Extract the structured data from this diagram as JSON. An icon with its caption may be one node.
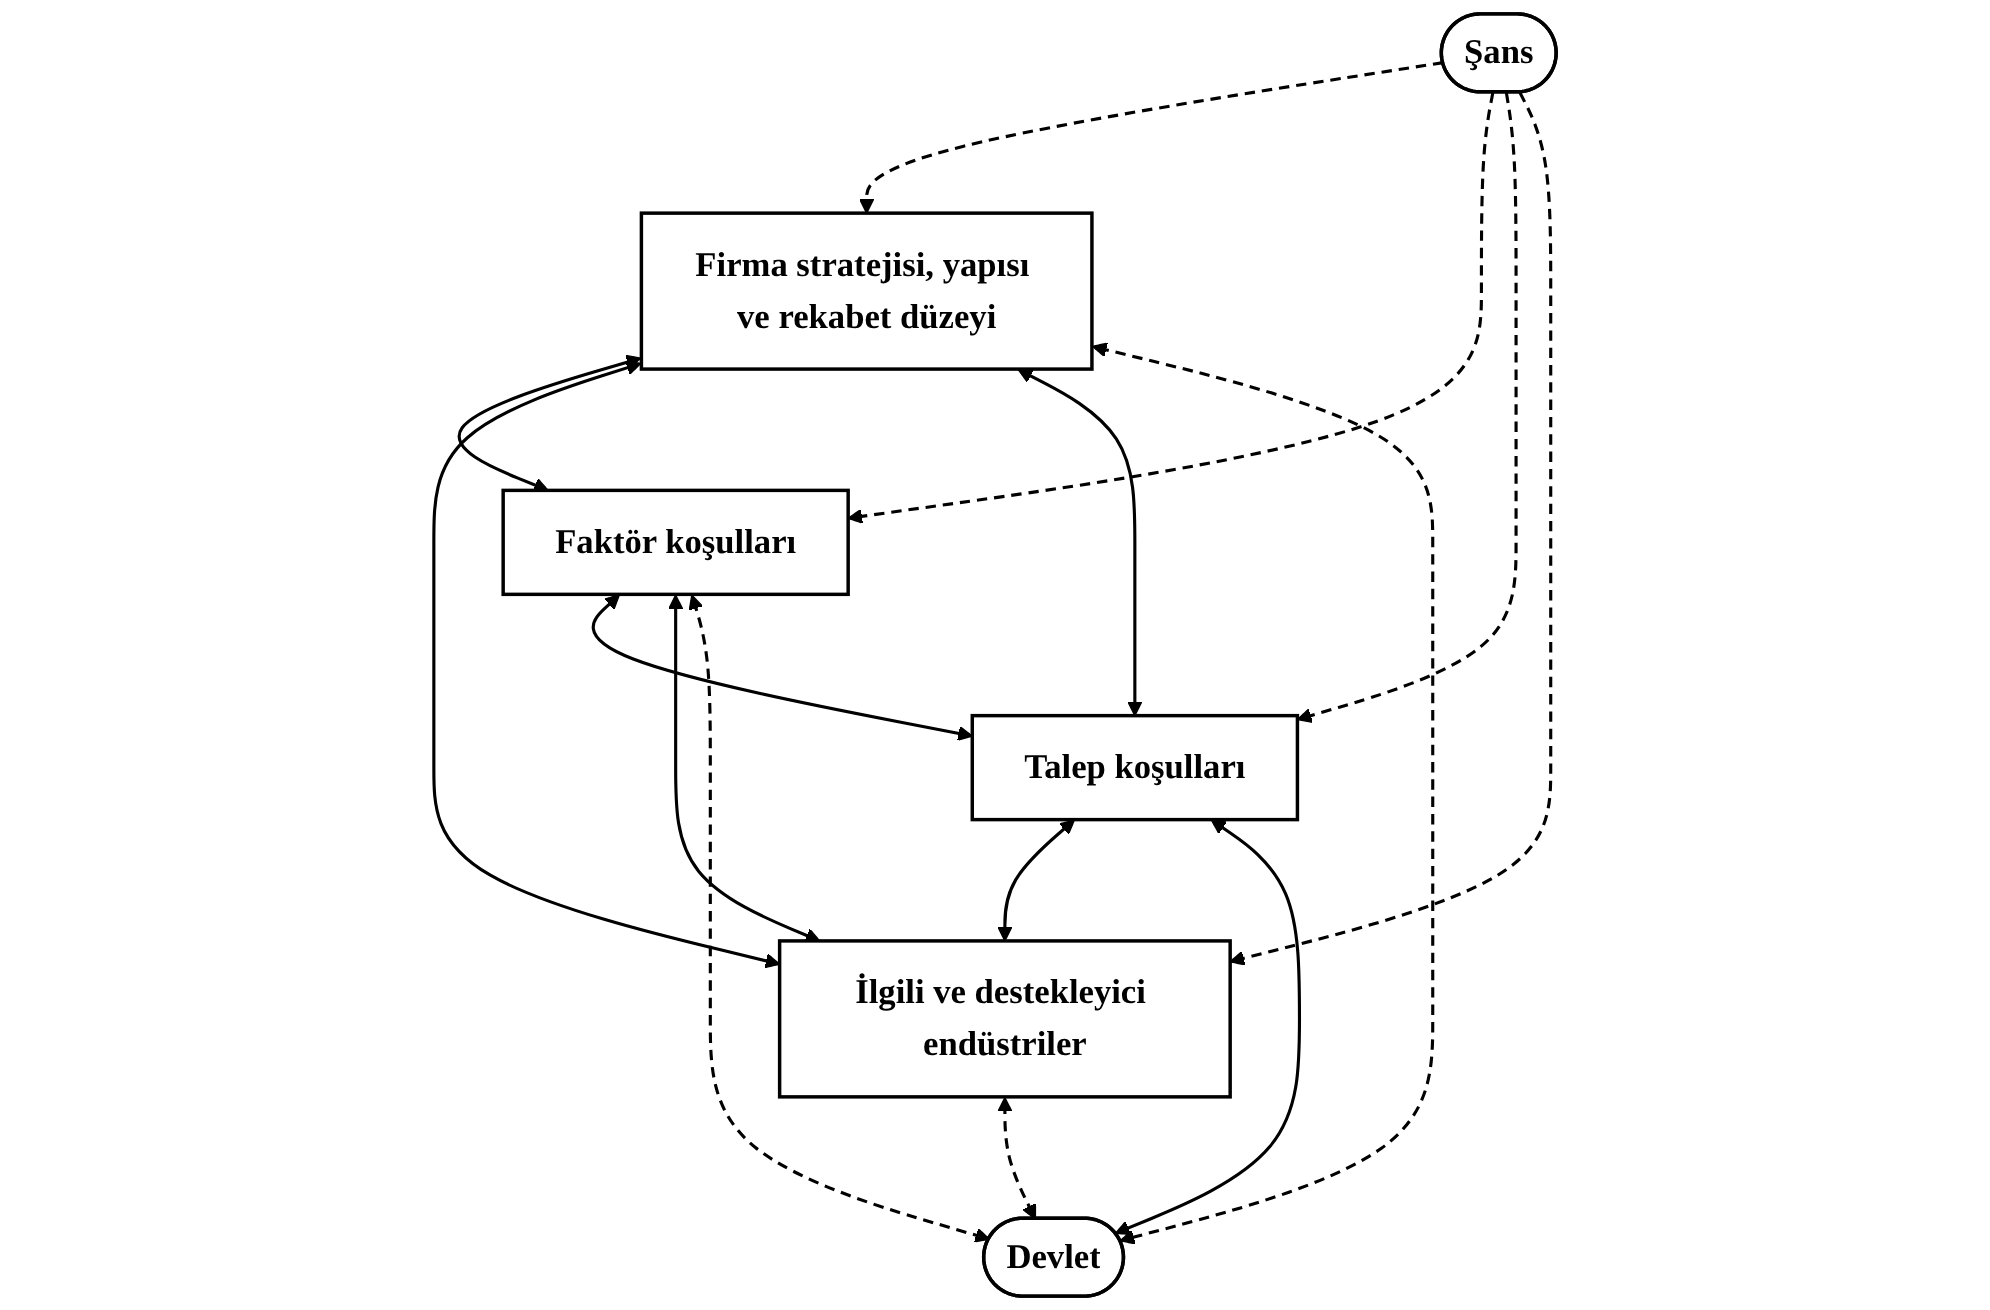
{
  "diagram": {
    "nodes": [
      {
        "text": [
          "Şans"
        ]
      },
      {
        "text": [
          "Firma stratejisi, yapısı ve rekabet düzeyi"
        ]
      },
      {
        "text": [
          "Faktör koşulları"
        ]
      },
      {
        "text": [
          "Talep koşulları"
        ]
      },
      {
        "text": [
          "Devlet"
        ]
      },
      {
        "text": [
          "İlgili ve destekleyici endüstriler"
        ]
      }
    ],
    "edges": [
      {
        "from": 0,
        "to": 1,
        "arrow": "to",
        "style": "dashed"
      },
      {
        "from": 0,
        "to": 2,
        "arrow": "to",
        "style": "dashed"
      },
      {
        "from": 0,
        "to": 3,
        "arrow": "to",
        "style": "dashed"
      },
      {
        "from": 0,
        "to": 5,
        "arrow": "to",
        "style": "dashed"
      },
      {
        "from": 1,
        "to": 2,
        "arrow": "both"
      },
      {
        "from": 1,
        "to": 5,
        "arrow": "both"
      },
      {
        "from": 1,
        "to": 3,
        "arrow": "both"
      },
      {
        "from": 2,
        "to": 3,
        "arrow": "both"
      },
      {
        "from": 2,
        "to": 5,
        "arrow": "both"
      },
      {
        "from": 3,
        "to": 5,
        "arrow": "both"
      },
      {
        "from": 3,
        "to": 4,
        "arrow": "both"
      },
      {
        "from": 1,
        "to": 4,
        "arrow": "both",
        "style": "dashed"
      },
      {
        "from": 2,
        "to": 4,
        "arrow": "both",
        "style": "dashed"
      },
      {
        "from": 5,
        "to": 4,
        "arrow": "both",
        "style": "dashed"
      }
    ]
  }
}
